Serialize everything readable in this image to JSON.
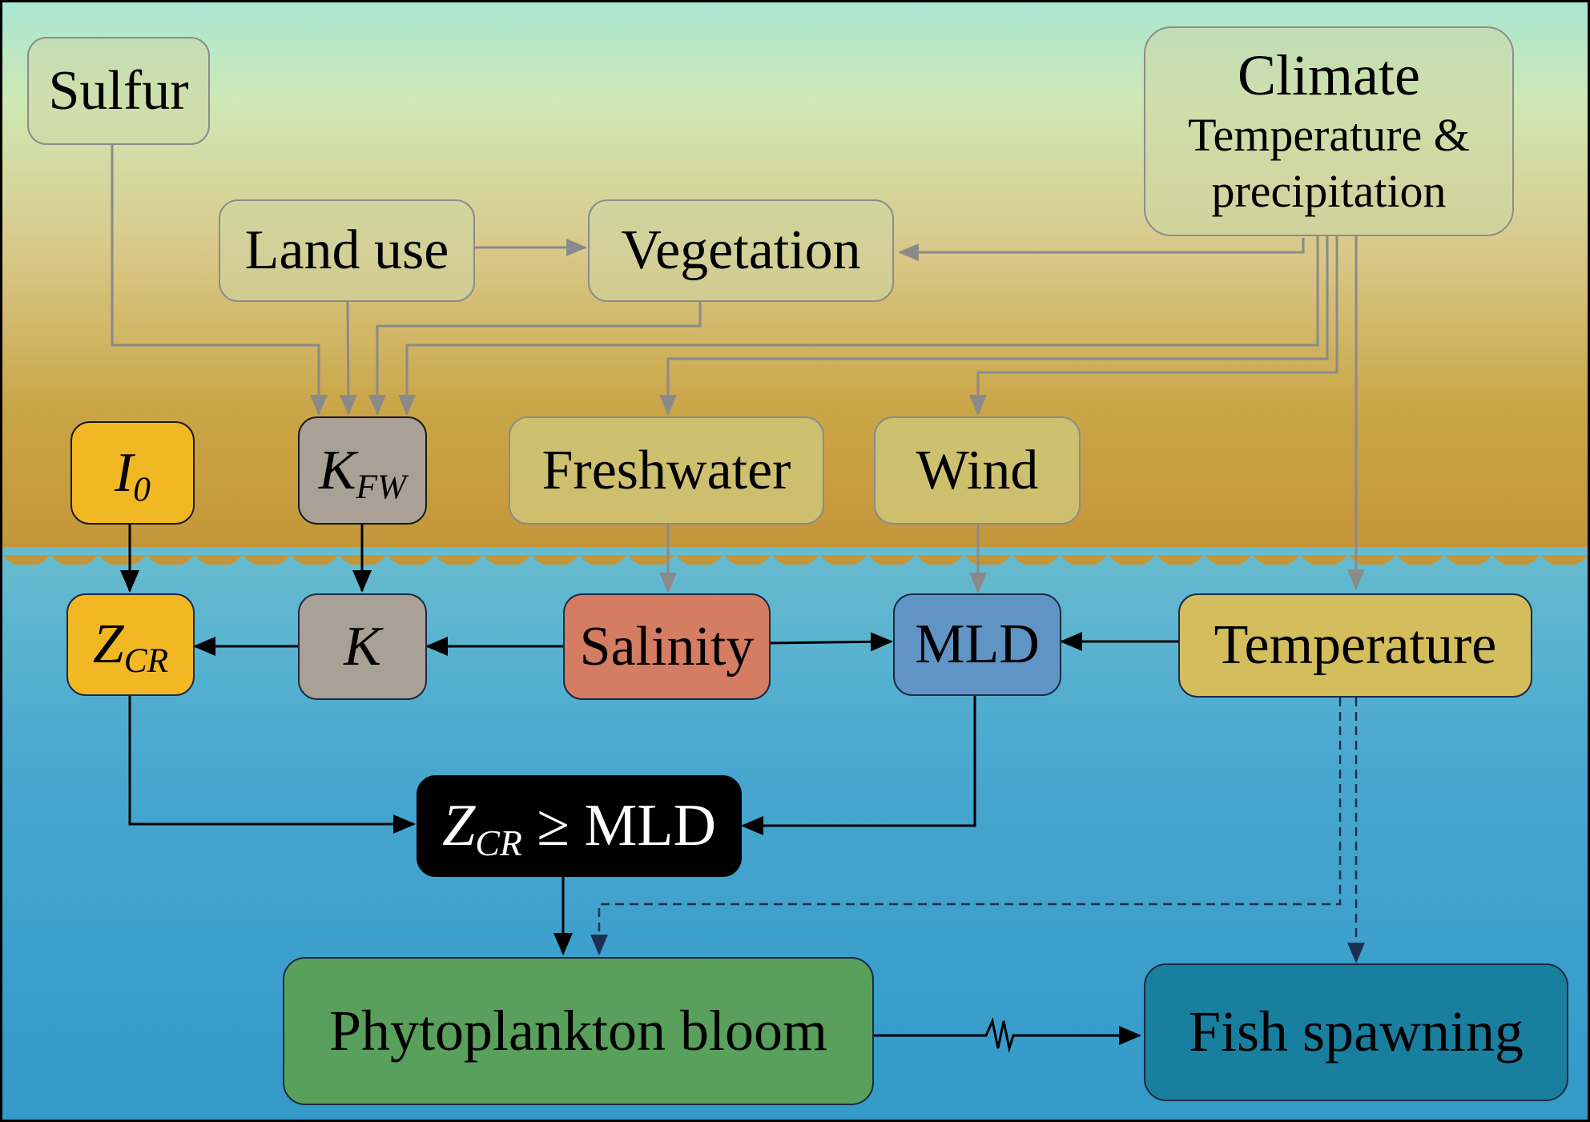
{
  "nodes": {
    "sulfur": "Sulfur",
    "land_use": "Land use",
    "vegetation": "Vegetation",
    "climate": {
      "title": "Climate",
      "sub_line1": "Temperature &",
      "sub_line2": "precipitation"
    },
    "i0": {
      "base": "I",
      "sub": "0"
    },
    "kfw": {
      "base": "K",
      "sub": "FW"
    },
    "freshwater": "Freshwater",
    "wind": "Wind",
    "zcr": {
      "base": "Z",
      "sub": "CR"
    },
    "k": "K",
    "salinity": "Salinity",
    "mld": "MLD",
    "temperature": "Temperature",
    "condition": {
      "base": "Z",
      "sub": "CR",
      "rest": " ≥ MLD"
    },
    "bloom": "Phytoplankton bloom",
    "fish": "Fish spawning"
  },
  "colors": {
    "sky_top": "#a8e6d2",
    "sky_mid": "#cfe8b5",
    "land_low": "#c89a3a",
    "sea_top": "#a6e4dc",
    "sea_bottom": "#3399c8",
    "i0_zcr": "#f2b824",
    "k_gray": "#a9a196",
    "salinity": "#d47d62",
    "mld": "#5f94c4",
    "temperature": "#d4bd5c",
    "condition": "#000000",
    "bloom": "#58a05b",
    "fish": "#197f9f",
    "arrow_gray": "#8a8a8a",
    "arrow_black": "#000000",
    "arrow_navy": "#1c2f52"
  }
}
